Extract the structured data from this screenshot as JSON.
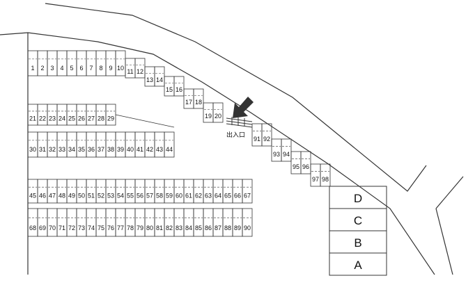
{
  "map": {
    "entrance_label": "出入口",
    "colors": {
      "line": "#333333",
      "arrow": "#333333",
      "background": "#ffffff"
    },
    "stall_rows": {
      "top_row_left": [
        "1",
        "2",
        "3",
        "4",
        "5",
        "6",
        "7",
        "8",
        "9",
        "10"
      ],
      "top_row_stairs": [
        "11",
        "12",
        "13",
        "14",
        "15",
        "16",
        "17",
        "18",
        "19",
        "20"
      ],
      "second_row_upper": [
        "21",
        "22",
        "23",
        "24",
        "25",
        "26",
        "27",
        "28",
        "29"
      ],
      "second_row_lower": [
        "30",
        "31",
        "32",
        "33",
        "34",
        "35",
        "36",
        "37",
        "38",
        "39",
        "40",
        "41",
        "42",
        "43",
        "44"
      ],
      "middle_row_upper": [
        "45",
        "46",
        "47",
        "48",
        "49",
        "50",
        "51",
        "52",
        "53",
        "54",
        "55",
        "56",
        "57",
        "58",
        "59",
        "60",
        "61",
        "62",
        "63",
        "64",
        "65",
        "66",
        "67"
      ],
      "middle_row_lower": [
        "68",
        "69",
        "70",
        "71",
        "72",
        "73",
        "74",
        "75",
        "76",
        "77",
        "78",
        "79",
        "80",
        "81",
        "82",
        "83",
        "84",
        "85",
        "86",
        "87",
        "88",
        "89",
        "90"
      ],
      "right_stairs": [
        "91",
        "92",
        "93",
        "94",
        "95",
        "96",
        "97",
        "98"
      ]
    },
    "zones": [
      "D",
      "C",
      "B",
      "A"
    ],
    "icons": {
      "entrance_arrow": "down-left-arrow-icon"
    }
  }
}
